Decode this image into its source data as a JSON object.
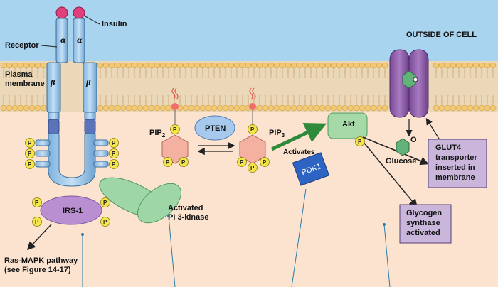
{
  "labels": {
    "insulin": "Insulin",
    "outside_of_cell": "OUTSIDE OF CELL",
    "receptor": "Receptor",
    "alpha": "α",
    "beta": "β",
    "plasma_membrane_1": "Plasma",
    "plasma_membrane_2": "membrane",
    "pip2_main": "PIP",
    "pip2_sub": "2",
    "pten": "PTEN",
    "pip3_main": "PIP",
    "pip3_sub": "3",
    "akt": "Akt",
    "activates": "Activates",
    "pdk1": "PDK1",
    "glucose": "Glucose",
    "glut4_lines": [
      "GLUT4",
      "transporter",
      "inserted in",
      "membrane"
    ],
    "irs1": "IRS-1",
    "pi3k_lines": [
      "Activated",
      "PI 3-kinase"
    ],
    "glycogen_lines": [
      "Glycogen",
      "synthase",
      "activated"
    ],
    "ras_lines": [
      "Ras-MAPK pathway",
      "(see Figure 14-17)"
    ],
    "phosphate": "P"
  },
  "colors": {
    "extracellular": "#a9d4f0",
    "cytoplasm": "#fbe3cf",
    "membrane_head": "#f3c976",
    "membrane_tail": "#e8cfa8",
    "receptor": "#9fc7ea",
    "irs1": "#b98fd1",
    "pi3k": "#9fd6a8",
    "inositol": "#f4b0a0",
    "phosphate": "#f4e54a",
    "pten": "#a8c9ee",
    "akt": "#a6d8a8",
    "pdk1": "#2d63c2",
    "glut4": "#8b5aa6",
    "box": "#c9b6da"
  }
}
